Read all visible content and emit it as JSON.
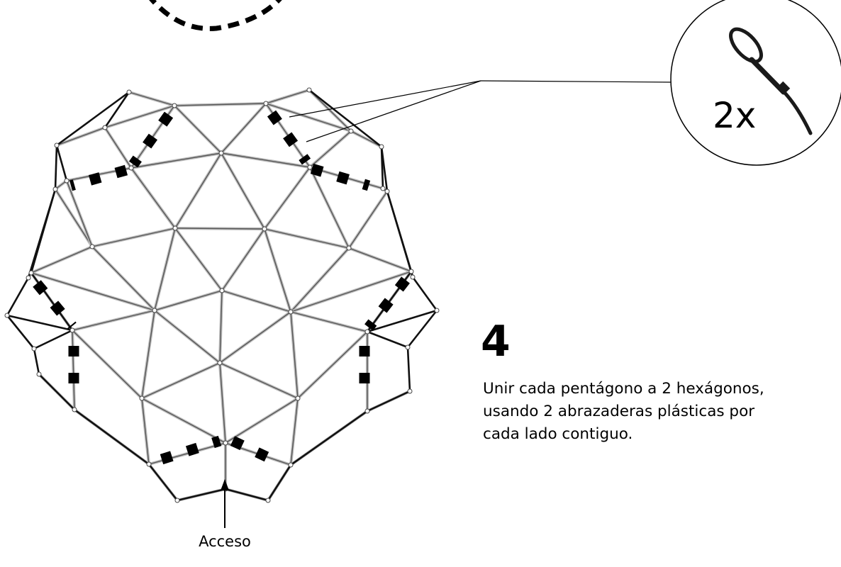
{
  "step": {
    "number": "4",
    "lines": [
      "Unir cada pentágono a 2 hexágonos,",
      "usando 2 abrazaderas plásticas por",
      "cada lado contiguo."
    ]
  },
  "callout": {
    "quantity": "2x",
    "icon": "cable-tie-icon"
  },
  "access_label": "Acceso",
  "colors": {
    "strut": "#555555",
    "outer_strut": "#111111",
    "marker": "#000000"
  }
}
